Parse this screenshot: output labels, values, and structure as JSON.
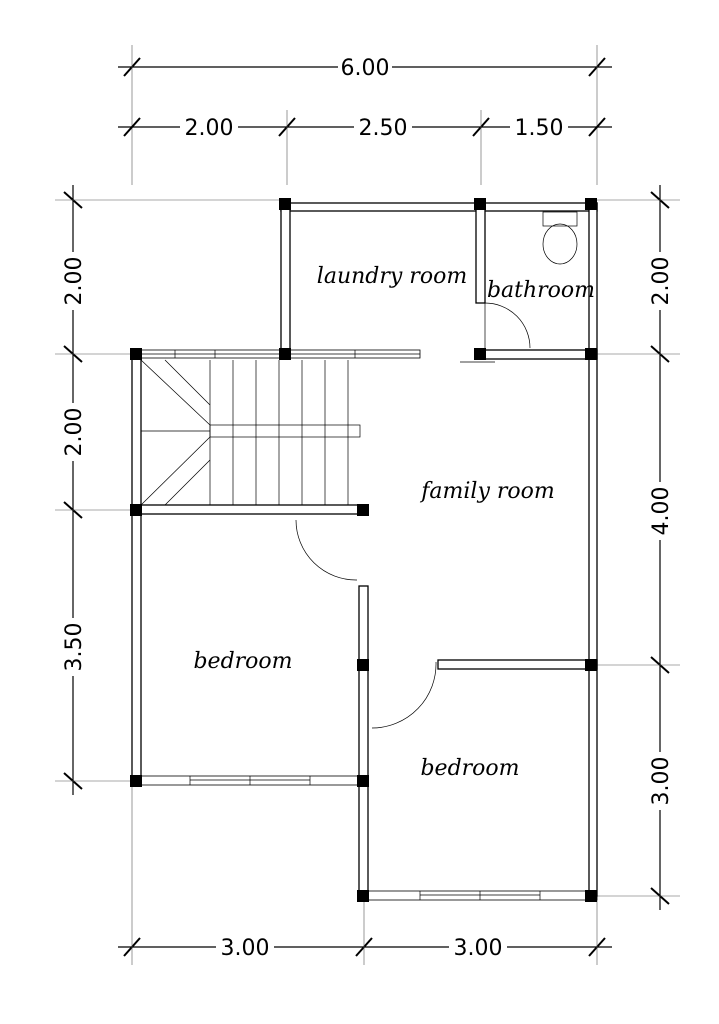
{
  "dimensions": {
    "top_total": "6.00",
    "top_segments": [
      "2.00",
      "2.50",
      "1.50"
    ],
    "left": [
      "2.00",
      "2.00",
      "3.50"
    ],
    "right": [
      "2.00",
      "4.00",
      "3.00"
    ],
    "bottom": [
      "3.00",
      "3.00"
    ]
  },
  "rooms": {
    "laundry": "laundry room",
    "bathroom": "bathroom",
    "family": "family room",
    "bedroom_left": "bedroom",
    "bedroom_right": "bedroom"
  }
}
